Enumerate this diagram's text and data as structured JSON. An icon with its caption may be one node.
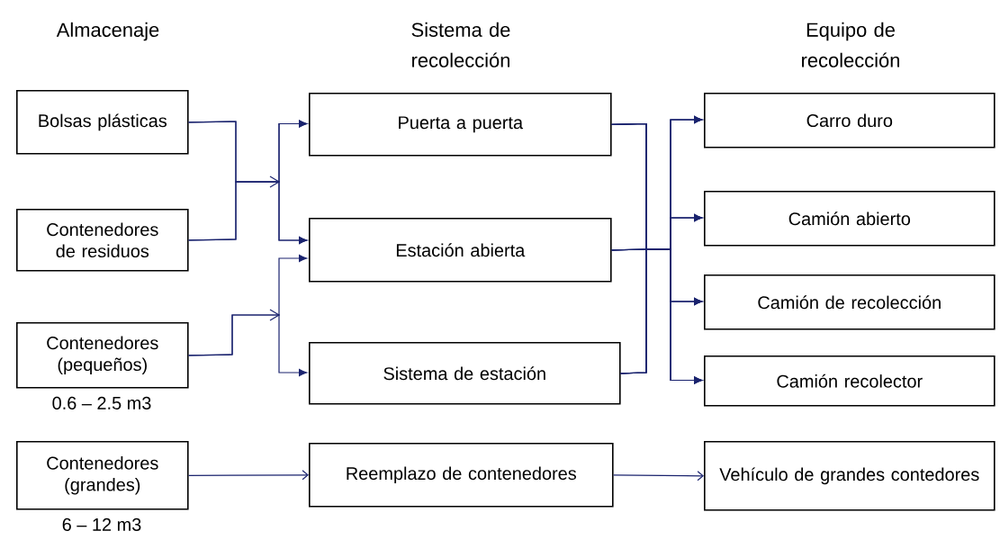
{
  "diagram": {
    "nodes": [
      {
        "text": [
          "Bolsas plásticas"
        ]
      },
      {
        "text": [
          "Contenedores de residuos"
        ]
      },
      {
        "text": [
          "Contenedores (pequeños)"
        ],
        "beside": [
          "0.6 – 2.5 m3"
        ]
      },
      {
        "text": [
          "Contenedores (grandes)"
        ],
        "beside": [
          "6 – 12 m3"
        ]
      },
      {
        "text": [
          "Puerta a puerta"
        ]
      },
      {
        "text": [
          "Estación abierta"
        ]
      },
      {
        "text": [
          "Sistema de estación"
        ]
      },
      {
        "text": [
          "Reemplazo de contenedores"
        ]
      },
      {
        "text": [
          "Carro duro"
        ]
      },
      {
        "text": [
          "Camión abierto"
        ]
      },
      {
        "text": [
          "Camión de recolección"
        ]
      },
      {
        "text": [
          "Camión recolector"
        ]
      },
      {
        "text": [
          "Vehículo de grandes contedores"
        ]
      }
    ],
    "edges": [
      {
        "from": 0,
        "to": 4,
        "arrow": "to"
      },
      {
        "from": 0,
        "to": 5,
        "arrow": "to"
      },
      {
        "from": 1,
        "to": 4,
        "arrow": "to"
      },
      {
        "from": 1,
        "to": 5,
        "arrow": "to"
      },
      {
        "from": 2,
        "to": 5,
        "arrow": "to"
      },
      {
        "from": 2,
        "to": 6,
        "arrow": "to"
      },
      {
        "from": 4,
        "to": 8,
        "arrow": "to"
      },
      {
        "from": 4,
        "to": 9,
        "arrow": "to"
      },
      {
        "from": 4,
        "to": 10,
        "arrow": "to"
      },
      {
        "from": 4,
        "to": 11,
        "arrow": "to"
      },
      {
        "from": 5,
        "to": 8,
        "arrow": "to"
      },
      {
        "from": 5,
        "to": 9,
        "arrow": "to"
      },
      {
        "from": 5,
        "to": 10,
        "arrow": "to"
      },
      {
        "from": 5,
        "to": 11,
        "arrow": "to"
      },
      {
        "from": 6,
        "to": 8,
        "arrow": "to"
      },
      {
        "from": 6,
        "to": 9,
        "arrow": "to"
      },
      {
        "from": 6,
        "to": 10,
        "arrow": "to"
      },
      {
        "from": 6,
        "to": 11,
        "arrow": "to"
      },
      {
        "from": 3,
        "to": 7,
        "arrow": "to"
      },
      {
        "from": 7,
        "to": 12,
        "arrow": "to"
      }
    ],
    "labels": [
      "Almacenaje",
      "Sistema de recolección",
      "Equipo de recolección"
    ]
  }
}
